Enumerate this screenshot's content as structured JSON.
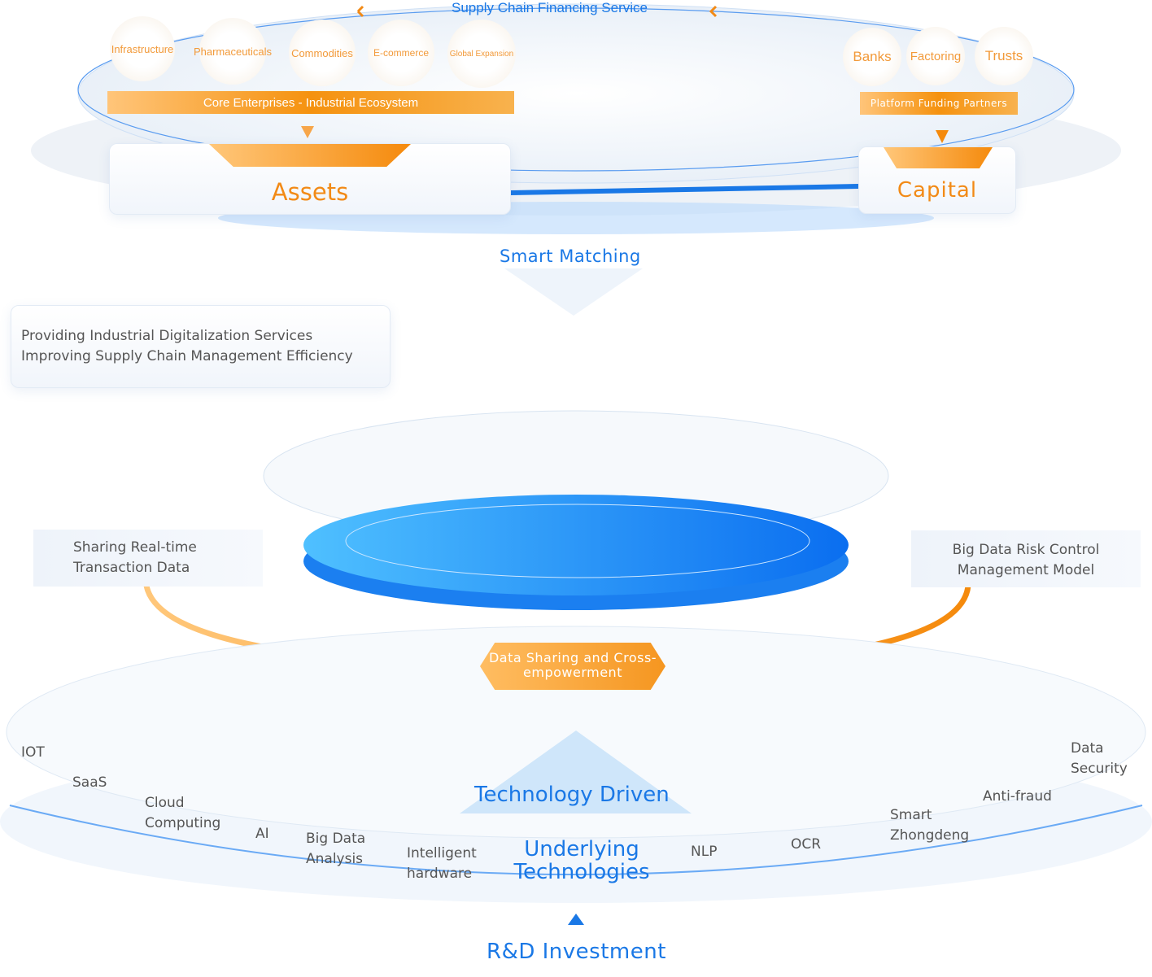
{
  "top": {
    "service_title": "Supply Chain Financing Service",
    "industries": [
      "Infrastructure",
      "Pharmaceuticals",
      "Commodities",
      "E-commerce",
      "Global Expansion"
    ],
    "core_bar": "Core Enterprises - Industrial Ecosystem",
    "partners": [
      "Banks",
      "Factoring",
      "Trusts"
    ],
    "partner_bar": "Platform Funding Partners",
    "assets": "Assets",
    "capital": "Capital",
    "matching": "Smart Matching"
  },
  "info": {
    "line1": "Providing Industrial Digitalization Services",
    "line2": "Improving Supply Chain Management Efficiency"
  },
  "middle": {
    "left": "Sharing Real-time Transaction Data",
    "right": "Big Data Risk Control Management Model",
    "center": "Data Sharing and Cross-empowerment"
  },
  "bottom": {
    "tech_driven": "Technology Driven",
    "underlying": "Underlying Technologies",
    "rd": "R&D Investment",
    "techs": [
      "IOT",
      "SaaS",
      "Cloud Computing",
      "AI",
      "Big Data Analysis",
      "Intelligent hardware",
      "NLP",
      "OCR",
      "Smart Zhongdeng",
      "Anti-fraud",
      "Data Security"
    ]
  },
  "colors": {
    "orange": "#f28a16",
    "blue": "#1a78e6"
  }
}
